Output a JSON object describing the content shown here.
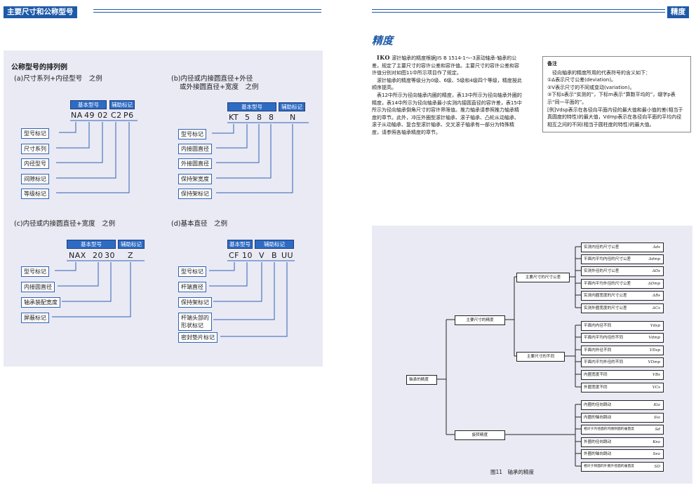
{
  "left_header": {
    "title": "主要尺寸和公称型号"
  },
  "right_header": {
    "title": "精度"
  },
  "designation": {
    "title": "公称型号的排列例",
    "a": {
      "title": "(a)尺寸系列+内径型号　之例",
      "basic_label": "基本型号",
      "aux_label": "辅助标记",
      "codes": [
        "NA",
        "49",
        "02",
        "C2",
        "P6"
      ],
      "labels": [
        "型号标记",
        "尺寸系列",
        "内径型号",
        "间隙标记",
        "等级标记"
      ]
    },
    "b": {
      "title_line1": "(b)内径或内接圆直径+外径",
      "title_line2": "或外接圆直径+宽度　之例",
      "basic_label": "基本型号",
      "aux_label": "辅助标记",
      "codes": [
        "KT",
        "5",
        "8",
        "8",
        "N"
      ],
      "labels": [
        "型号标记",
        "内接圆直径",
        "外接圆直径",
        "保持架宽度",
        "保持架标记"
      ]
    },
    "c": {
      "title": "(c)内径或内接圆直径+宽度　之例",
      "basic_label": "基本型号",
      "aux_label": "辅助标记",
      "codes": [
        "NAX",
        "20",
        "30",
        "Z"
      ],
      "labels": [
        "型号标记",
        "内接圆直径",
        "轴承装配宽度",
        "屏蔽标记"
      ]
    },
    "d": {
      "title": "(d)基本直径　之例",
      "basic_label": "基本型号",
      "aux_label": "辅助标记",
      "codes": [
        "CF",
        "10",
        "V",
        "B",
        "UU"
      ],
      "labels": [
        "型号标记",
        "杆端直径",
        "保持架标记",
        "杆端头部的\n形状标记",
        "密封垫片标记"
      ]
    }
  },
  "precision": {
    "title": "精度",
    "logo": "IKO",
    "para1_rest": "滚针轴承的精度根据JIS B 1514-1～-3滚动轴承-轴承的公差，规定了主要尺寸的容许公差和容许值。主要尺寸的容许公差和容许值分别对如图11中所示项目作了规定。",
    "para2": "滚针轴承的精度等级分为0级、6级、5级和4级四个等级，精度按此顺序提高。",
    "para3": "表12中所示为径向轴承内圈的精度，表13中所示为径向轴承外圈的精度，表14中所示为径向轴承最小实测内接圆直径的容许差，表15中所示为径向轴承倒角尺寸的容许界限值。推力轴承请参照推力轴承精度的章节。此外，冲压外圈型滚针轴承、滚子轴承、凸轮从动轴承、滚子从动轴承、复合型滚针轴承、交叉滚子轴承有一部分为特殊精度，请参照各轴承精度的章节。"
  },
  "note": {
    "title": "备注",
    "lines": [
      "径向轴承的精度所用的代表符号的含义如下：",
      "①Δ表示尺寸公差(deviation)。",
      "②V表示尺寸的不同或变动(variation)。",
      "③下标s表示“实测的”，下标m表示“算数平均的”，缀字p表示“同一平面的”。",
      "[例]Vdsp表示在各径向平面内径的最大值和最小值的差(相当于真圆度的特性)的最大值，Vdmp表示在各径向平面的平均内径相互之间的不同(相当于圆柱度的特性)的最大值。"
    ]
  },
  "tree": {
    "root": "轴承的精度",
    "main_dim": "主要尺寸的精度",
    "run": "旋转精度",
    "tol": "主要尺寸的尺寸公差",
    "var": "主要尺寸的不同",
    "tol_items": [
      {
        "t": "实测内径的尺寸公差",
        "s": "Δds"
      },
      {
        "t": "平面内平均内径的尺寸公差",
        "s": "Δdmp"
      },
      {
        "t": "实测外径的尺寸公差",
        "s": "ΔDs"
      },
      {
        "t": "平面内平均外径的尺寸公差",
        "s": "ΔDmp"
      },
      {
        "t": "实测内圈宽度的尺寸公差",
        "s": "ΔBs"
      },
      {
        "t": "实测外圈宽度的尺寸公差",
        "s": "ΔCs"
      }
    ],
    "var_items": [
      {
        "t": "平面内内径不同",
        "s": "Vdsp"
      },
      {
        "t": "平面内平均内径的不同",
        "s": "Vdmp"
      },
      {
        "t": "平面内外径不同",
        "s": "VDsp"
      },
      {
        "t": "平面内平均外径的不同",
        "s": "VDmp"
      },
      {
        "t": "内圈宽度不同",
        "s": "VBs"
      },
      {
        "t": "外圈宽度不同",
        "s": "VCs"
      }
    ],
    "run_items": [
      {
        "t": "内圈的径向跳动",
        "s": "Kia"
      },
      {
        "t": "内圈的轴向跳动",
        "s": "Sia"
      },
      {
        "t": "相对于内径面的内圈侧面的垂直度",
        "s": "Sd"
      },
      {
        "t": "外圈的径向跳动",
        "s": "Kea"
      },
      {
        "t": "外圈的轴向跳动",
        "s": "Sea"
      },
      {
        "t": "相对于侧面的外圈外径面的垂直度",
        "s": "SD"
      }
    ],
    "caption": "图11　轴承的精度"
  }
}
